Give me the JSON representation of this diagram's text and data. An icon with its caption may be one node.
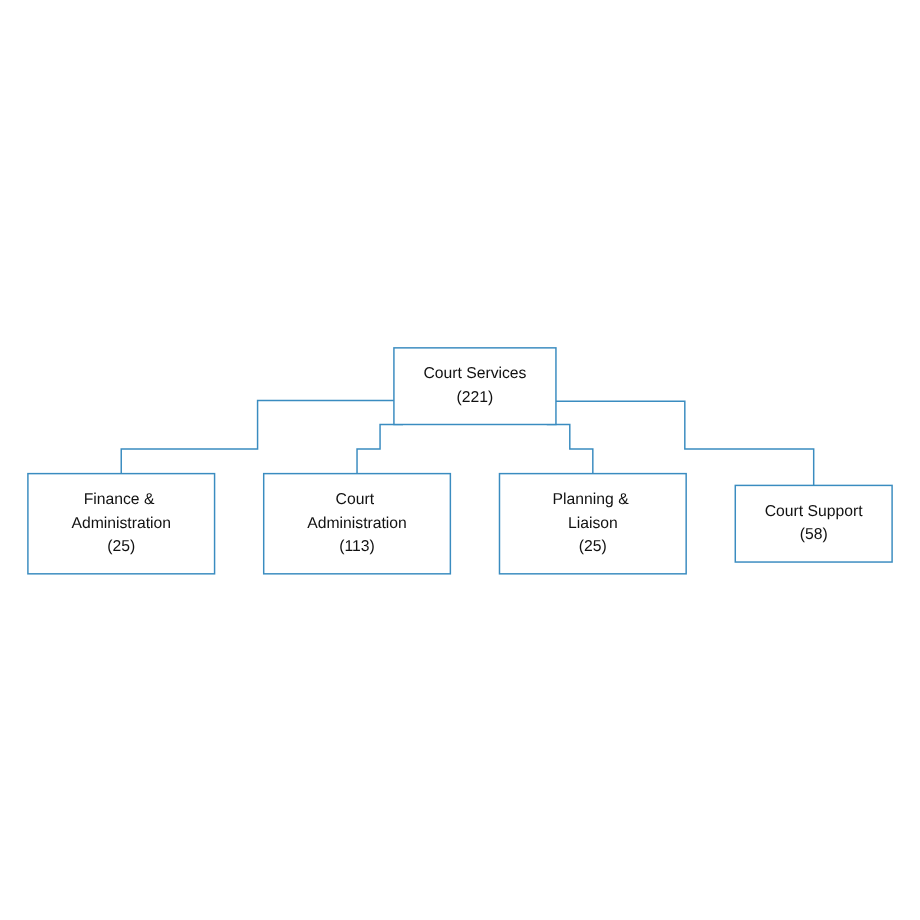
{
  "diagram": {
    "nodes": [
      {
        "text": [
          "Court Services",
          "(221)"
        ]
      },
      {
        "text": [
          "Finance & Administration",
          "(25)"
        ]
      },
      {
        "text": [
          "Court Administration",
          "(113)"
        ]
      },
      {
        "text": [
          "Planning & Liaison",
          "(25)"
        ]
      },
      {
        "text": [
          "Court Support",
          "(58)"
        ]
      }
    ],
    "edges": [
      {
        "from": 0,
        "to": 1,
        "arrow": "none"
      },
      {
        "from": 0,
        "to": 2,
        "arrow": "none"
      },
      {
        "from": 0,
        "to": 3,
        "arrow": "none"
      },
      {
        "from": 0,
        "to": 4,
        "arrow": "none"
      }
    ]
  }
}
